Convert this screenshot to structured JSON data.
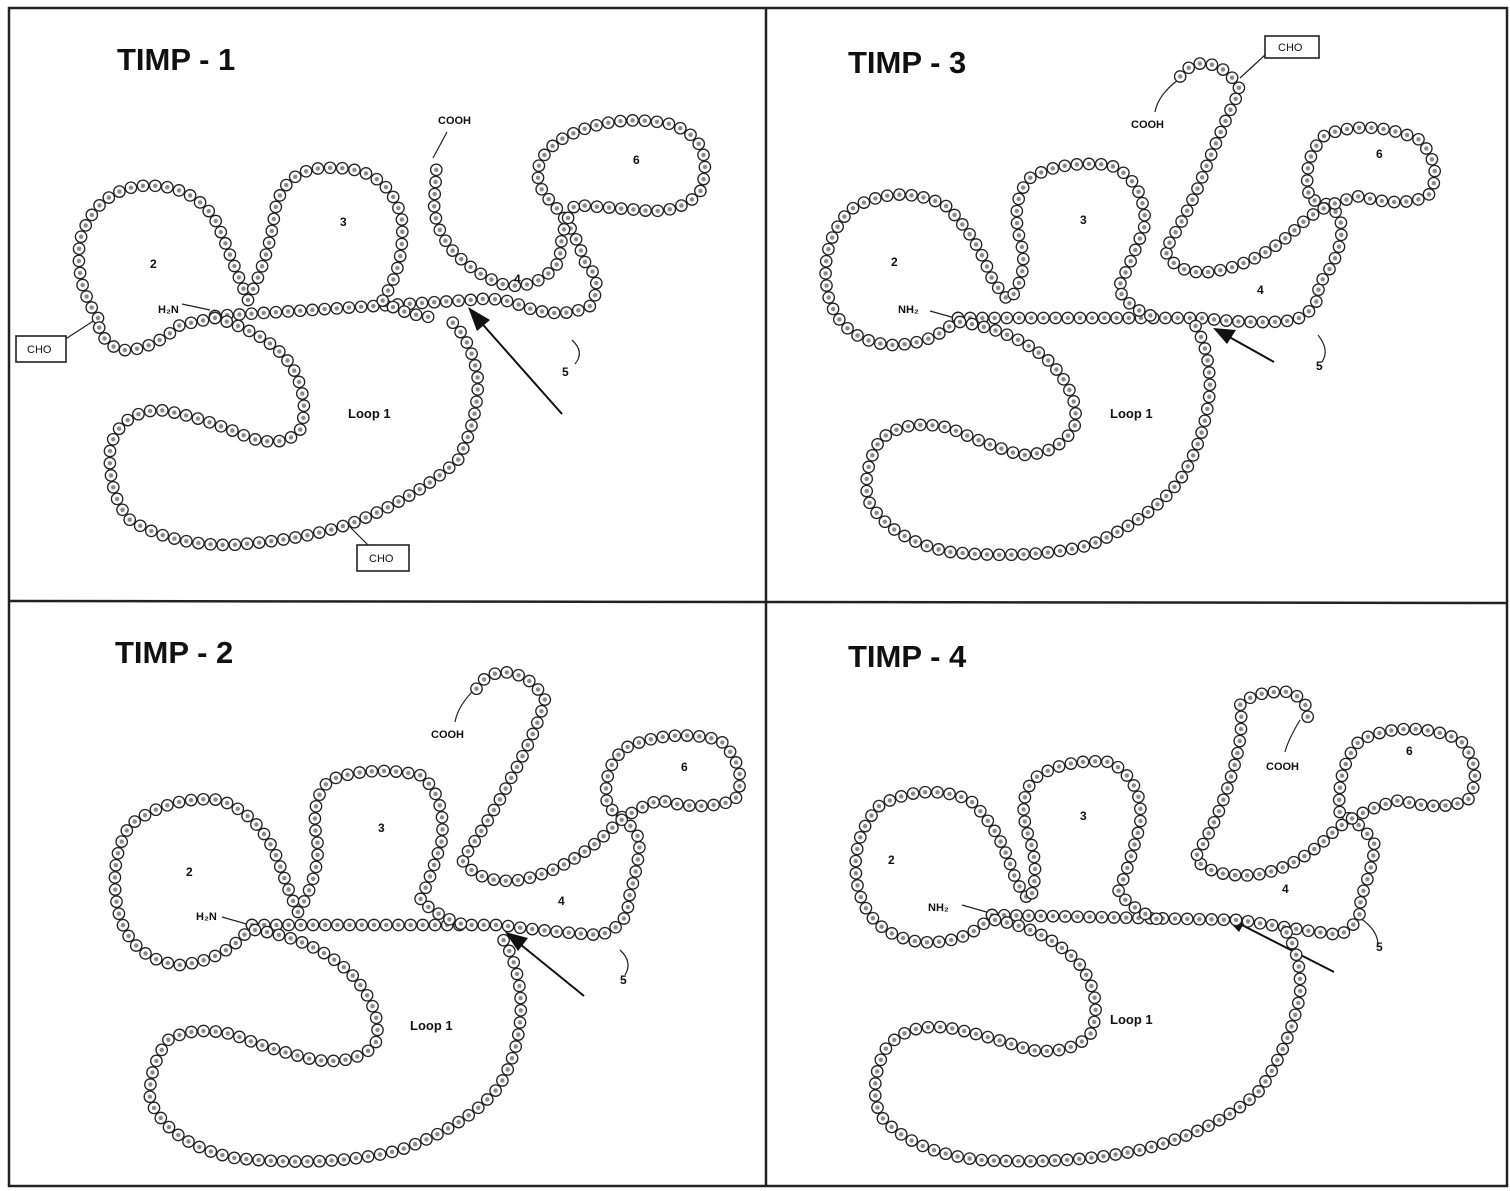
{
  "panels": [
    {
      "id": "timp1",
      "title": "TIMP - 1",
      "n_term": "H₂N",
      "c_term": "COOH",
      "loop_numbers": [
        "2",
        "3",
        "4",
        "5",
        "6"
      ],
      "loop1_label": "Loop 1",
      "cho_tags": [
        "CHO",
        "CHO"
      ]
    },
    {
      "id": "timp3",
      "title": "TIMP - 3",
      "n_term": "NH₂",
      "c_term": "COOH",
      "loop_numbers": [
        "2",
        "3",
        "4",
        "5",
        "6"
      ],
      "loop1_label": "Loop 1",
      "cho_tags": [
        "CHO"
      ]
    },
    {
      "id": "timp2",
      "title": "TIMP - 2",
      "n_term": "H₂N",
      "c_term": "COOH",
      "loop_numbers": [
        "2",
        "3",
        "4",
        "5",
        "6"
      ],
      "loop1_label": "Loop 1",
      "cho_tags": []
    },
    {
      "id": "timp4",
      "title": "TIMP - 4",
      "n_term": "NH₂",
      "c_term": "COOH",
      "loop_numbers": [
        "2",
        "3",
        "4",
        "5",
        "6"
      ],
      "loop1_label": "Loop 1",
      "cho_tags": []
    }
  ]
}
